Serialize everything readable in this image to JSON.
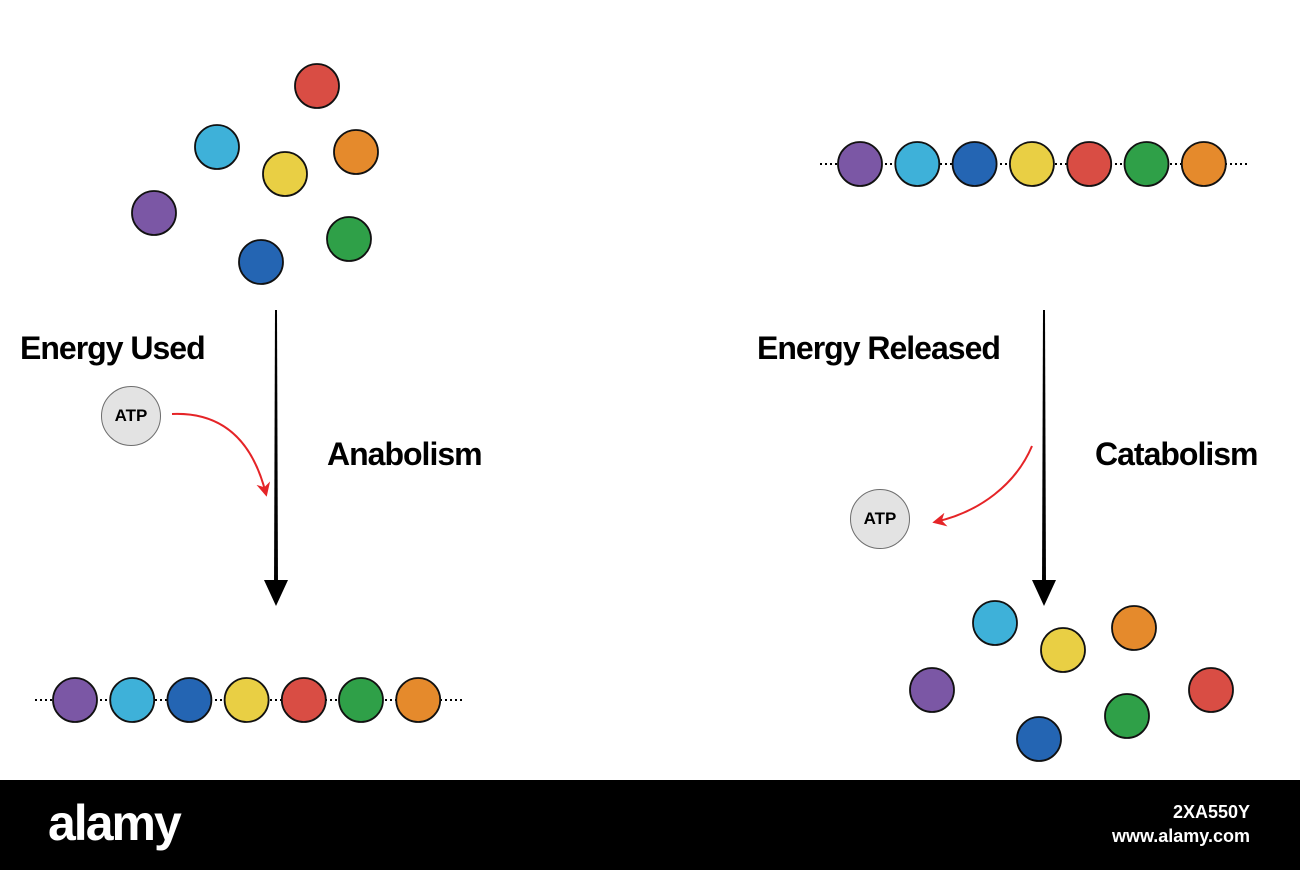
{
  "colors": {
    "purple": "#7b57a5",
    "light_blue": "#3eb1d9",
    "dark_blue": "#2465b3",
    "yellow": "#e9cf44",
    "red": "#d94d44",
    "green": "#2fa048",
    "orange": "#e58a2c",
    "reaction_arrow": "#e52427",
    "atp_fill": "#e3e3e3"
  },
  "chain_order": [
    "purple",
    "light_blue",
    "dark_blue",
    "yellow",
    "red",
    "green",
    "orange"
  ],
  "anabolism": {
    "process_label": "Anabolism",
    "energy_label": "Energy Used",
    "atp_label": "ATP"
  },
  "catabolism": {
    "process_label": "Catabolism",
    "energy_label": "Energy Released",
    "atp_label": "ATP"
  },
  "footer": {
    "brand": "alamy",
    "image_id": "2XA550Y",
    "site": "www.alamy.com"
  }
}
